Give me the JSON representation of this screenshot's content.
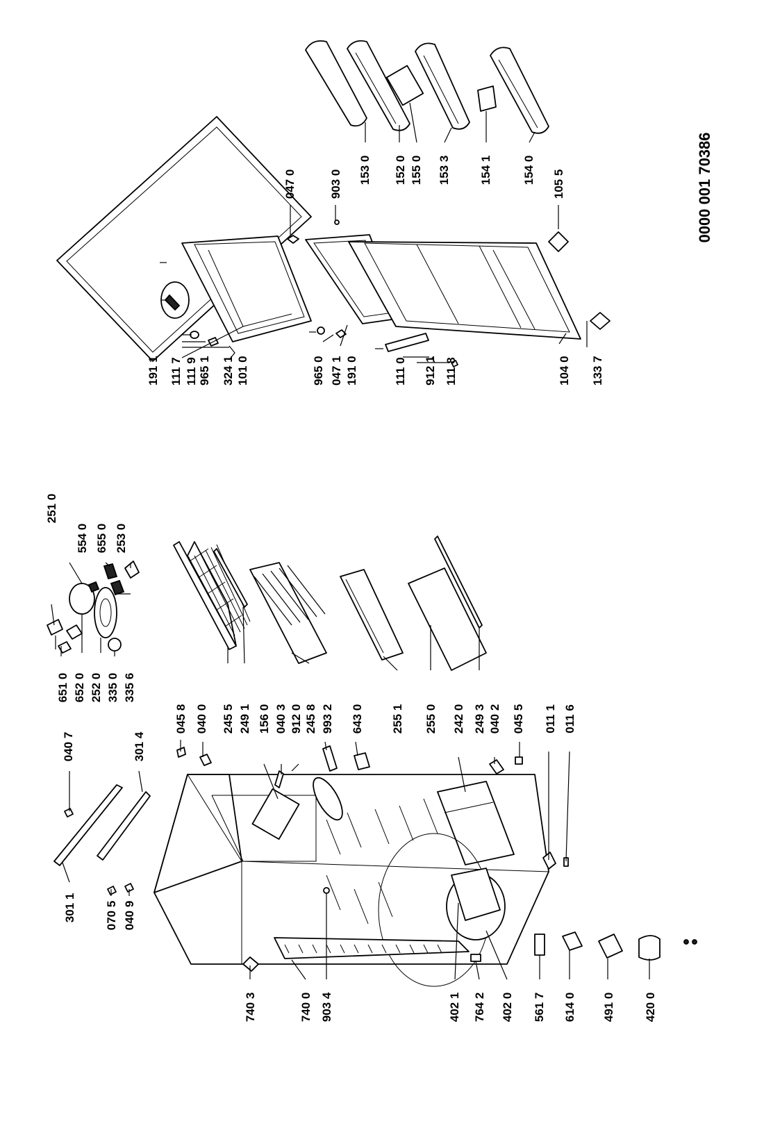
{
  "document_number": "0000 001 70386",
  "labels": {
    "l1911": "191 1",
    "l1117": "111 7",
    "l1119": "111 9",
    "l9651": "965 1",
    "l3241": "324 1",
    "l1010": "101 0",
    "l9650": "965 0",
    "l0471": "047 1",
    "l1910": "191 0",
    "l1110": "111 0",
    "l9121": "912 1",
    "l1118": "111 8",
    "l1040": "104 0",
    "l1337": "133 7",
    "l0470": "047 0",
    "l9030": "903 0",
    "l1530": "153 0",
    "l1520": "152 0",
    "l1550": "155 0",
    "l1533": "153 3",
    "l1541": "154 1",
    "l1540": "154 0",
    "l1055": "105 5",
    "l2510": "251 0",
    "l5540": "554 0",
    "l6550": "655 0",
    "l2530": "253 0",
    "l6510": "651 0",
    "l6520": "652 0",
    "l2520": "252 0",
    "l3350": "335 0",
    "l3356": "335 6",
    "l0458a": "045 8",
    "l0400": "040 0",
    "l2455": "245 5",
    "l2491": "249 1",
    "l1560": "156 0",
    "l0403": "040 3",
    "l9120": "912 0",
    "l2458": "245 8",
    "l9932": "993 2",
    "l6430": "643 0",
    "l2551": "255 1",
    "l2550": "255 0",
    "l2420": "242 0",
    "l2493": "249 3",
    "l0402": "040 2",
    "l0455": "045 5",
    "l0111": "011 1",
    "l0116": "011 6",
    "l0407": "040 7",
    "l3014": "301 4",
    "l3011": "301 1",
    "l0705": "070 5",
    "l0409": "040 9",
    "l7403": "740 3",
    "l7400": "740 0",
    "l9034": "903 4",
    "l4021": "402 1",
    "l7642": "764 2",
    "l4020": "402 0",
    "l5617": "561 7",
    "l6140": "614 0",
    "l4910": "491 0",
    "l4200": "420 0"
  }
}
